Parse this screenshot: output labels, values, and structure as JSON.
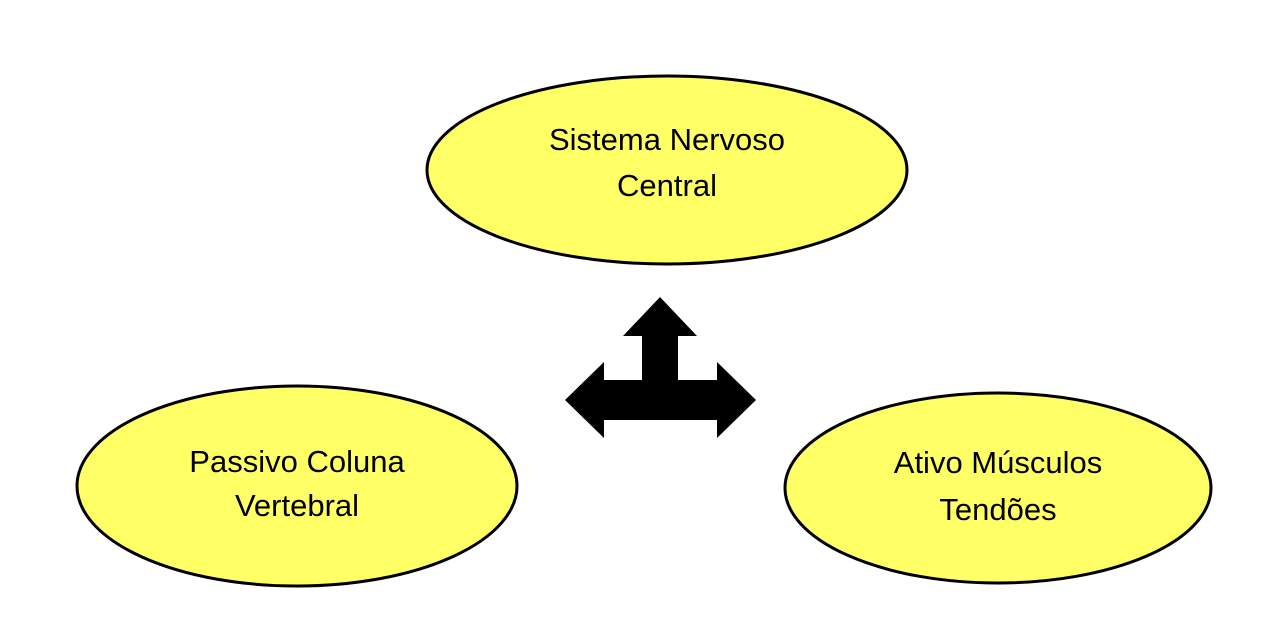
{
  "diagram": {
    "colors": {
      "node_fill": "#ffff66",
      "node_stroke": "#000000",
      "arrow_fill": "#000000"
    },
    "nodes": {
      "top": {
        "line1": "Sistema Nervoso",
        "line2": "Central"
      },
      "left": {
        "line1": "Passivo Coluna",
        "line2": "Vertebral"
      },
      "right": {
        "line1": "Ativo Músculos",
        "line2": "Tendões"
      }
    },
    "connector": {
      "icon": "three-way-arrow-icon",
      "directions": [
        "up",
        "left",
        "right"
      ]
    }
  }
}
